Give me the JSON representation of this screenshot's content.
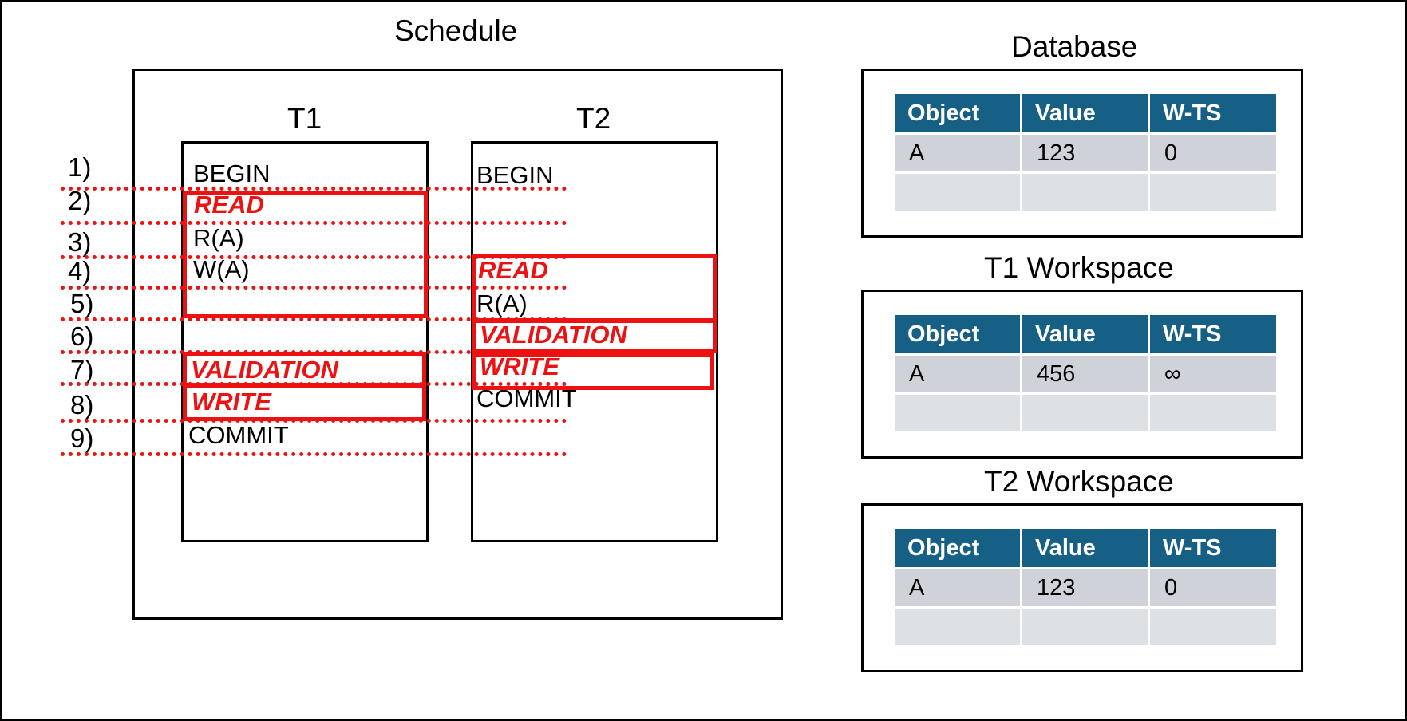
{
  "schedule": {
    "title": "Schedule",
    "columns": [
      {
        "name": "T1"
      },
      {
        "name": "T2"
      }
    ],
    "steps": [
      "1)",
      "2)",
      "3)",
      "4)",
      "5)",
      "6)",
      "7)",
      "8)",
      "9)"
    ],
    "t1": {
      "begin": "BEGIN",
      "read_phase": "READ",
      "r_a": "R(A)",
      "w_a": "W(A)",
      "validation_phase": "VALIDATION",
      "write_phase": "WRITE",
      "commit": "COMMIT"
    },
    "t2": {
      "begin": "BEGIN",
      "read_phase": "READ",
      "r_a": "R(A)",
      "validation_phase": "VALIDATION",
      "write_phase": "WRITE",
      "commit": "COMMIT"
    }
  },
  "tables": {
    "database": {
      "title": "Database",
      "headers": [
        "Object",
        "Value",
        "W-TS"
      ],
      "rows": [
        [
          "A",
          "123",
          "0"
        ]
      ]
    },
    "t1_workspace": {
      "title": "T1 Workspace",
      "headers": [
        "Object",
        "Value",
        "W-TS"
      ],
      "rows": [
        [
          "A",
          "456",
          "∞"
        ]
      ]
    },
    "t2_workspace": {
      "title": "T2 Workspace",
      "headers": [
        "Object",
        "Value",
        "W-TS"
      ],
      "rows": [
        [
          "A",
          "123",
          "0"
        ]
      ]
    }
  },
  "colors": {
    "phase_red": "#ee1111",
    "header_blue": "#165f85",
    "cell_gray": "#cfd3d9"
  }
}
